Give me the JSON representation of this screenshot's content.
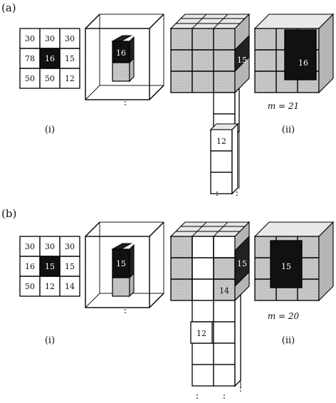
{
  "panels": [
    {
      "label": "(a)",
      "grid": [
        [
          "30",
          "30",
          "30"
        ],
        [
          "78",
          "16",
          "15"
        ],
        [
          "50",
          "50",
          "12"
        ]
      ],
      "cube_value": "16",
      "stack_right_value": "15",
      "stack_low_value": "12",
      "stack_mid_value": "",
      "result_value": "16",
      "m_text": "m = 21",
      "sub_i": "(i)",
      "sub_ii": "(ii)"
    },
    {
      "label": "(b)",
      "grid": [
        [
          "30",
          "30",
          "30"
        ],
        [
          "16",
          "15",
          "15"
        ],
        [
          "50",
          "12",
          "14"
        ]
      ],
      "cube_value": "15",
      "stack_right_value": "15",
      "stack_low_value": "12",
      "stack_mid_value": "14",
      "result_value": "15",
      "m_text": "m = 20",
      "sub_i": "(i)",
      "sub_ii": "(ii)"
    }
  ],
  "ellipsis": ":"
}
